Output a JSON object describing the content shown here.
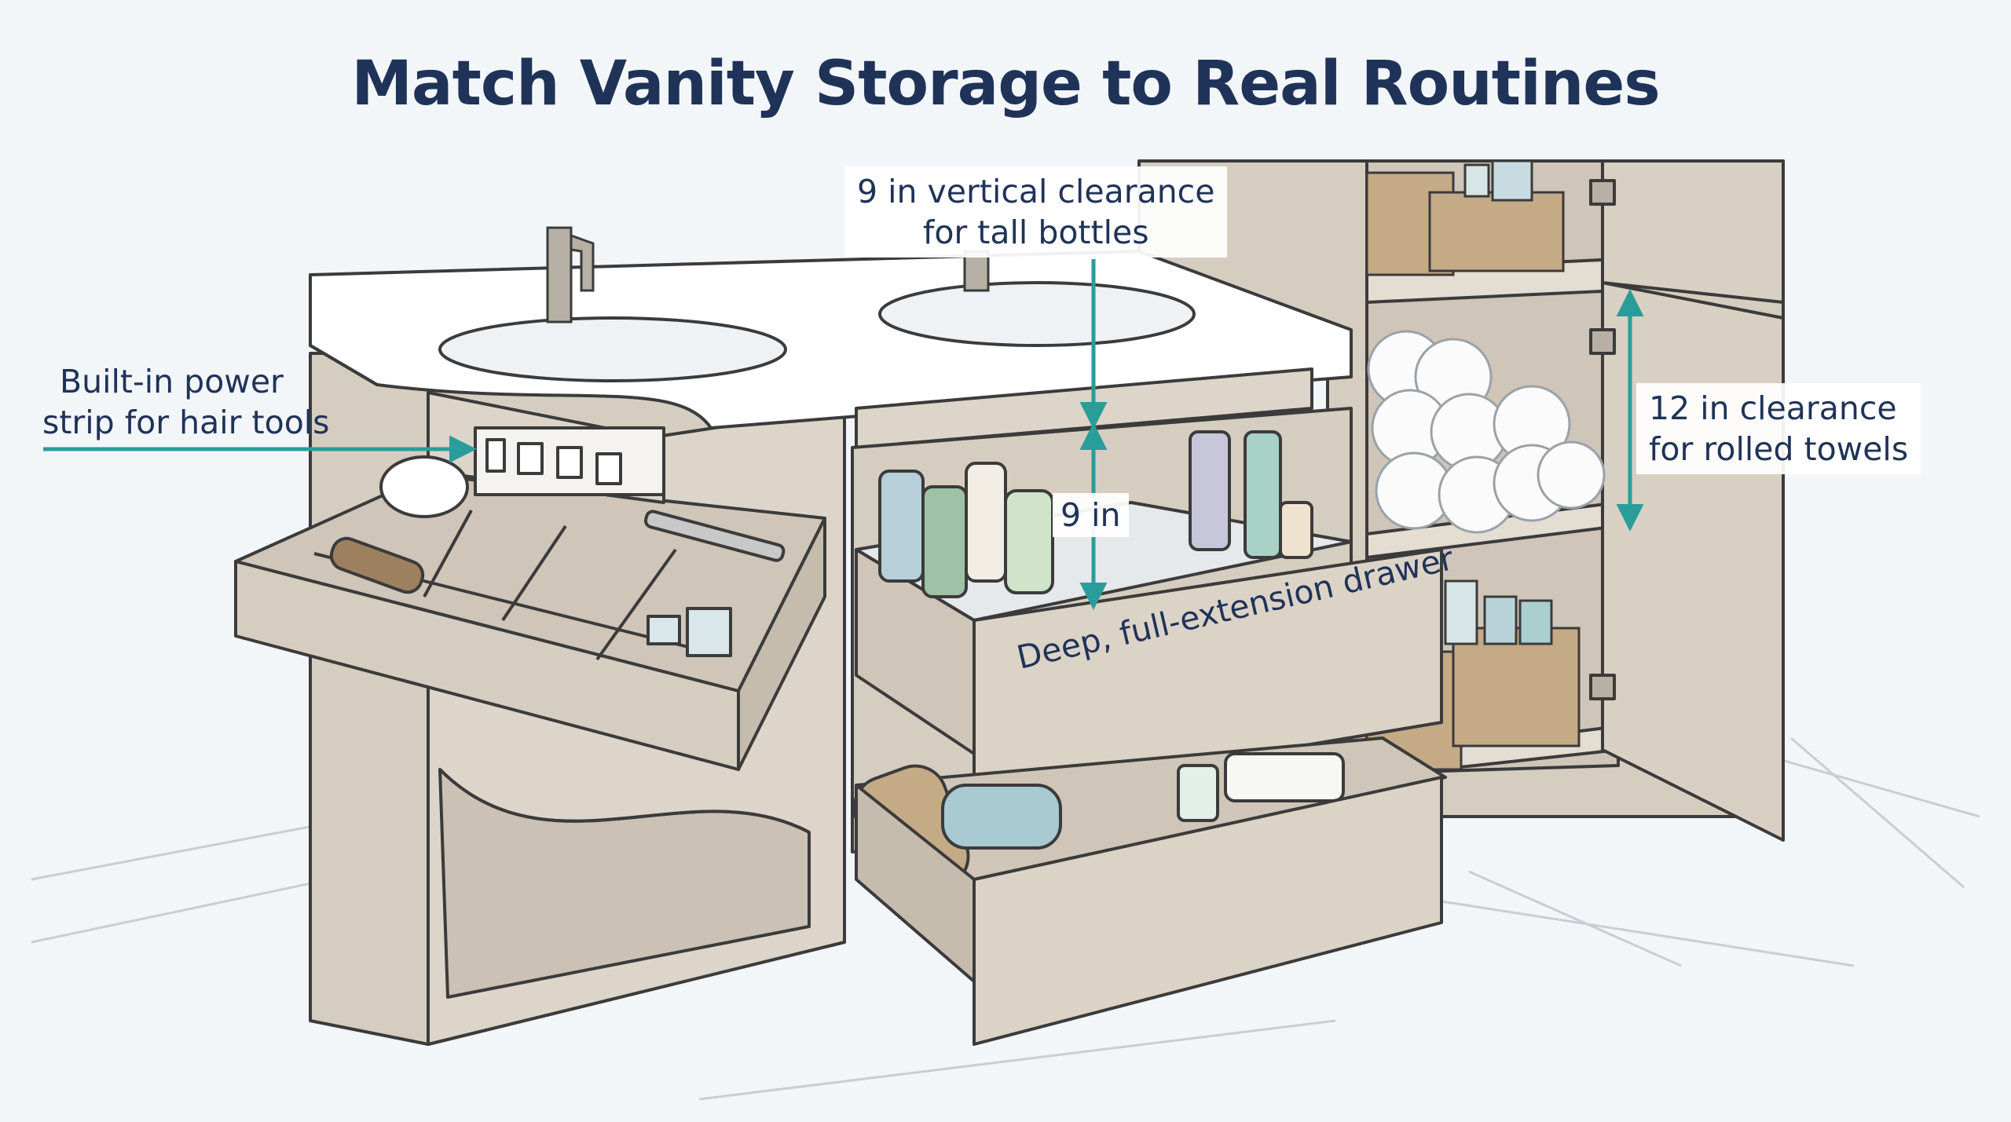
{
  "title": "Match Vanity Storage to Real Routines",
  "labels": {
    "power_strip": [
      "Built-in power",
      "strip for hair tools"
    ],
    "vertical_clearance": [
      "9 in vertical clearance",
      "for tall bottles"
    ],
    "inner_clearance": "9 in",
    "towel_clearance": [
      "12 in clearance",
      "for rolled towels"
    ],
    "deep_drawer": "Deep, full-extension drawer"
  },
  "colors": {
    "annotation": "#2a9d9b",
    "title": "#1f3358",
    "cabinet": "#dcd3c7",
    "cabinet_dark": "#cfc5b8",
    "outline": "#3b3b3b",
    "counter": "#ffffff",
    "background": "#f3f6f9"
  }
}
